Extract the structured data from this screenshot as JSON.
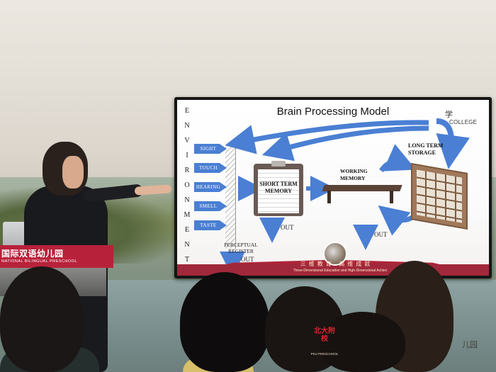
{
  "slide": {
    "title": "Brain Processing Model",
    "environment_letters": [
      "E",
      "N",
      "V",
      "I",
      "R",
      "O",
      "N",
      "M",
      "E",
      "N",
      "T"
    ],
    "senses": [
      "SIGHT",
      "TOUCH",
      "HEARING",
      "SMELL",
      "TASTE"
    ],
    "short_term_memory": "SHORT TERM MEMORY",
    "working_memory": "WORKING MEMORY",
    "long_term_storage": "LONG TERM STORAGE",
    "out_labels": [
      "OUT",
      "OUT",
      "OUT"
    ],
    "perceptual_register": "PERCEPTUAL REGISTER",
    "college_mark": "学",
    "college_text": "COLLEGE",
    "footer_cn": "三维教育  高维成就",
    "footer_en": "Three-Dimensional Education and High-Dimensional Achiev",
    "arrow_color": "#4a7fd3",
    "band_color": "#a1283b"
  },
  "banner": {
    "cn": "国际双语幼儿园",
    "en": "NATIONAL BILINGUAL PRESCHOOL",
    "color": "#b8213a"
  },
  "watermark": {
    "cn": "北大附校",
    "en": "PKU PRESCHOOL",
    "color": "#d9262e"
  },
  "right_text": "儿园"
}
